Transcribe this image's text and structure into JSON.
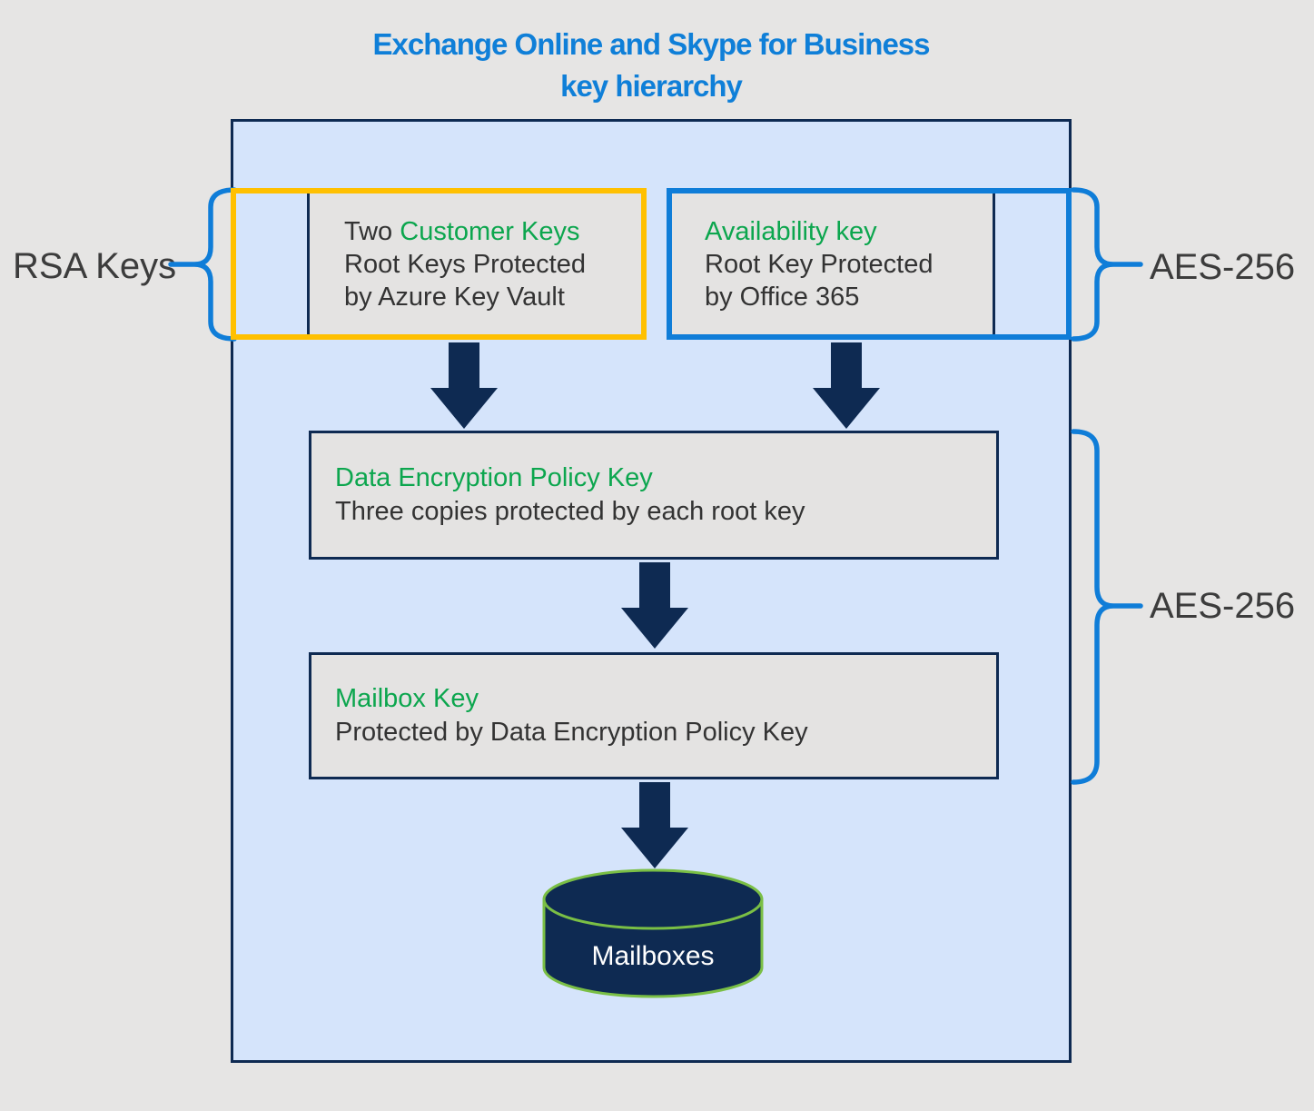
{
  "title": {
    "line1": "Exchange Online and Skype for Business",
    "line2": "key hierarchy"
  },
  "labels": {
    "rsa_keys": "RSA Keys",
    "aes_top": "AES-256",
    "aes_middle": "AES-256"
  },
  "boxes": {
    "customer": {
      "prefix": "Two ",
      "name": "Customer Keys",
      "line1": "Root Keys Protected",
      "line2": "by Azure Key Vault"
    },
    "availability": {
      "name": "Availability key",
      "line1": "Root Key Protected",
      "line2": "by Office 365"
    },
    "dep": {
      "name": "Data Encryption Policy Key",
      "desc": "Three copies protected by each root key"
    },
    "mailbox_key": {
      "name": "Mailbox Key",
      "desc": "Protected by Data Encryption Policy Key"
    },
    "mailboxes": {
      "label": "Mailboxes"
    }
  },
  "colors": {
    "page_bg": "#E6E5E4",
    "container_fill": "#D5E4FB",
    "box_gray": "#E4E3E2",
    "navy": "#0E2A52",
    "orange": "#FFC000",
    "blue": "#0F7DD8",
    "title_blue": "#0F7FD8",
    "green": "#0CA64E",
    "label_gray": "#3C3C3C",
    "text_dark": "#333333",
    "cylinder_green": "#7ABF45",
    "white": "#FFFFFF"
  }
}
